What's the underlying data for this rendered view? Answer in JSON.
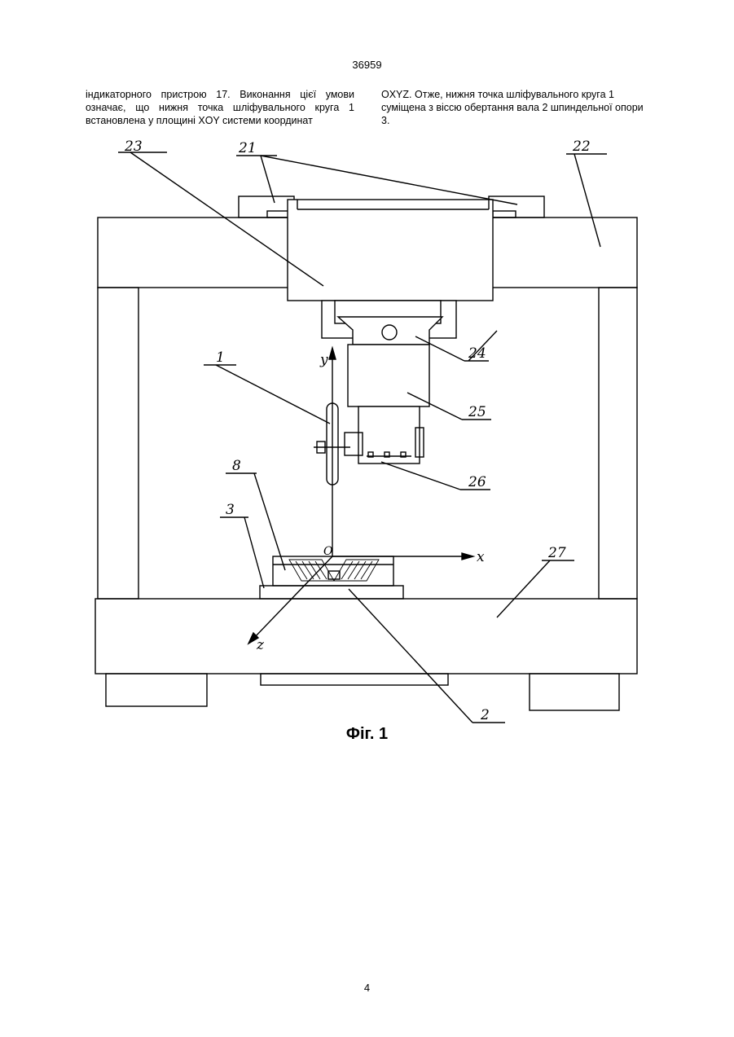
{
  "header": {
    "patent_number": "36959"
  },
  "body_text": {
    "left_column": "індикаторного пристрою 17. Виконання цієї умови означає, що нижня точка шліфувального круга 1 встановлена у площині XOY системи координат",
    "right_column": "OXYZ. Отже, нижня точка шліфувального круга 1 суміщена з віссю обертання вала 2 шпиндельної опори 3."
  },
  "figure": {
    "labels": {
      "l23": "23",
      "l21": "21",
      "l22": "22",
      "l24": "24",
      "l1": "1",
      "l25": "25",
      "l26": "26",
      "l8": "8",
      "l3": "3",
      "l27": "27",
      "l2": "2",
      "axis_y": "y",
      "axis_x": "x",
      "axis_z": "z",
      "origin": "O"
    },
    "caption": "Фіг. 1"
  },
  "footer": {
    "page_number": "4"
  }
}
